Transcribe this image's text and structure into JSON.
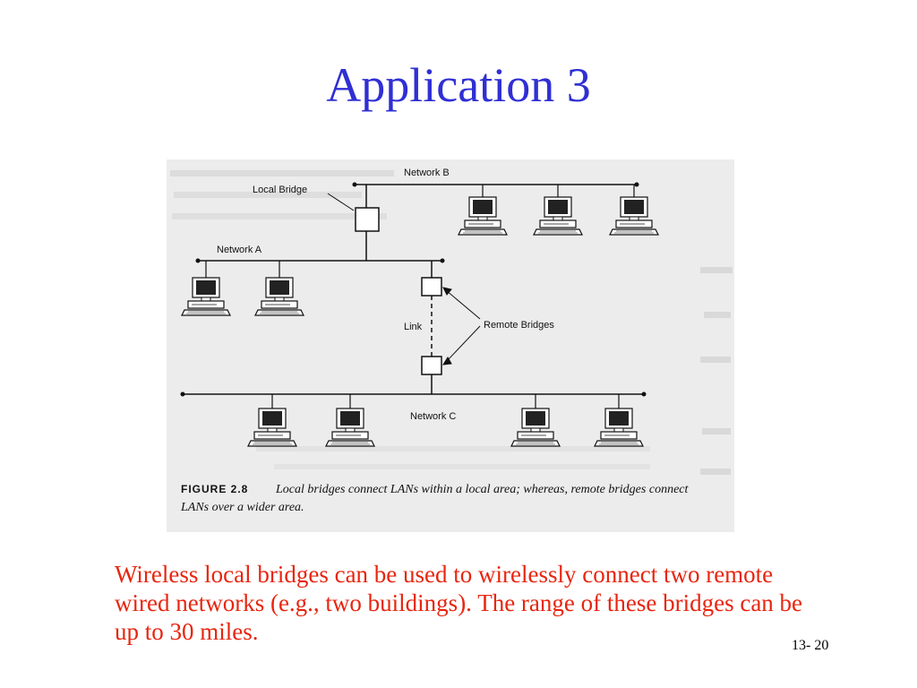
{
  "slide": {
    "title": "Application 3",
    "body": "Wireless local bridges can be used to wirelessly connect two remote wired networks (e.g., two buildings). The range of these bridges can be up to 30 miles.",
    "page_number": "13- 20"
  },
  "figure": {
    "labels": {
      "network_b": "Network B",
      "network_a": "Network A",
      "network_c": "Network C",
      "local_bridge": "Local Bridge",
      "link": "Link",
      "remote_bridges": "Remote Bridges"
    },
    "caption_label": "FIGURE 2.8",
    "caption_line1": "Local bridges connect LANs within a local area; whereas, remote bridges connect",
    "caption_line2": "LANs over a wider area."
  },
  "colors": {
    "title": "#2f2fd4",
    "body": "#e8250f"
  }
}
